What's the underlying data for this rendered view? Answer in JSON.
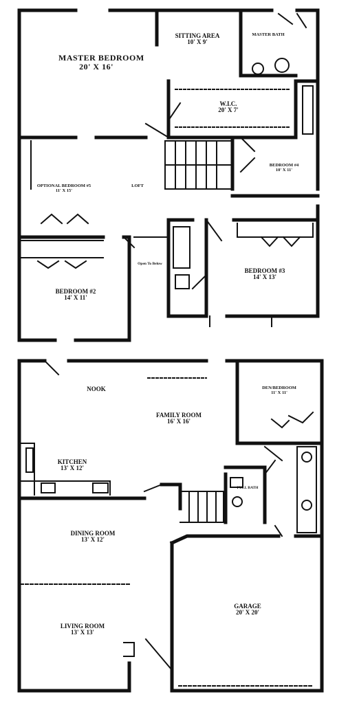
{
  "upper_floor": {
    "master_bedroom": {
      "name": "MASTER BEDROOM",
      "size": "20' X 16'"
    },
    "sitting_area": {
      "name": "SITTING AREA",
      "size": "10' X 9'"
    },
    "master_bath": {
      "name": "MASTER BATH"
    },
    "wic": {
      "name": "W.I.C.",
      "size": "20' X 7'"
    },
    "bedroom_4": {
      "name": "BEDROOM #4",
      "size": "10' X 11'"
    },
    "optional_bedroom_5": {
      "name": "OPTIONAL BEDROOM #5",
      "size": "11' X 15'"
    },
    "loft": {
      "name": "LOFT"
    },
    "bedroom_2": {
      "name": "BEDROOM #2",
      "size": "14' X 11'"
    },
    "bedroom_3": {
      "name": "BEDROOM #3",
      "size": "14' X 13'"
    },
    "open_to_below": {
      "name": "Open To Below"
    }
  },
  "lower_floor": {
    "nook": {
      "name": "NOOK"
    },
    "family_room": {
      "name": "FAMILY ROOM",
      "size": "16' X 16'"
    },
    "den_bedroom": {
      "name": "DEN/BEDROOM",
      "size": "11' X 11'"
    },
    "kitchen": {
      "name": "KITCHEN",
      "size": "13' X 12'"
    },
    "dining_room": {
      "name": "DINING ROOM",
      "size": "13' X 12'"
    },
    "full_bath": {
      "name": "FULL BATH"
    },
    "living_room": {
      "name": "LIVING ROOM",
      "size": "13' X 13'"
    },
    "garage": {
      "name": "GARAGE",
      "size": "20' X 20'"
    }
  }
}
